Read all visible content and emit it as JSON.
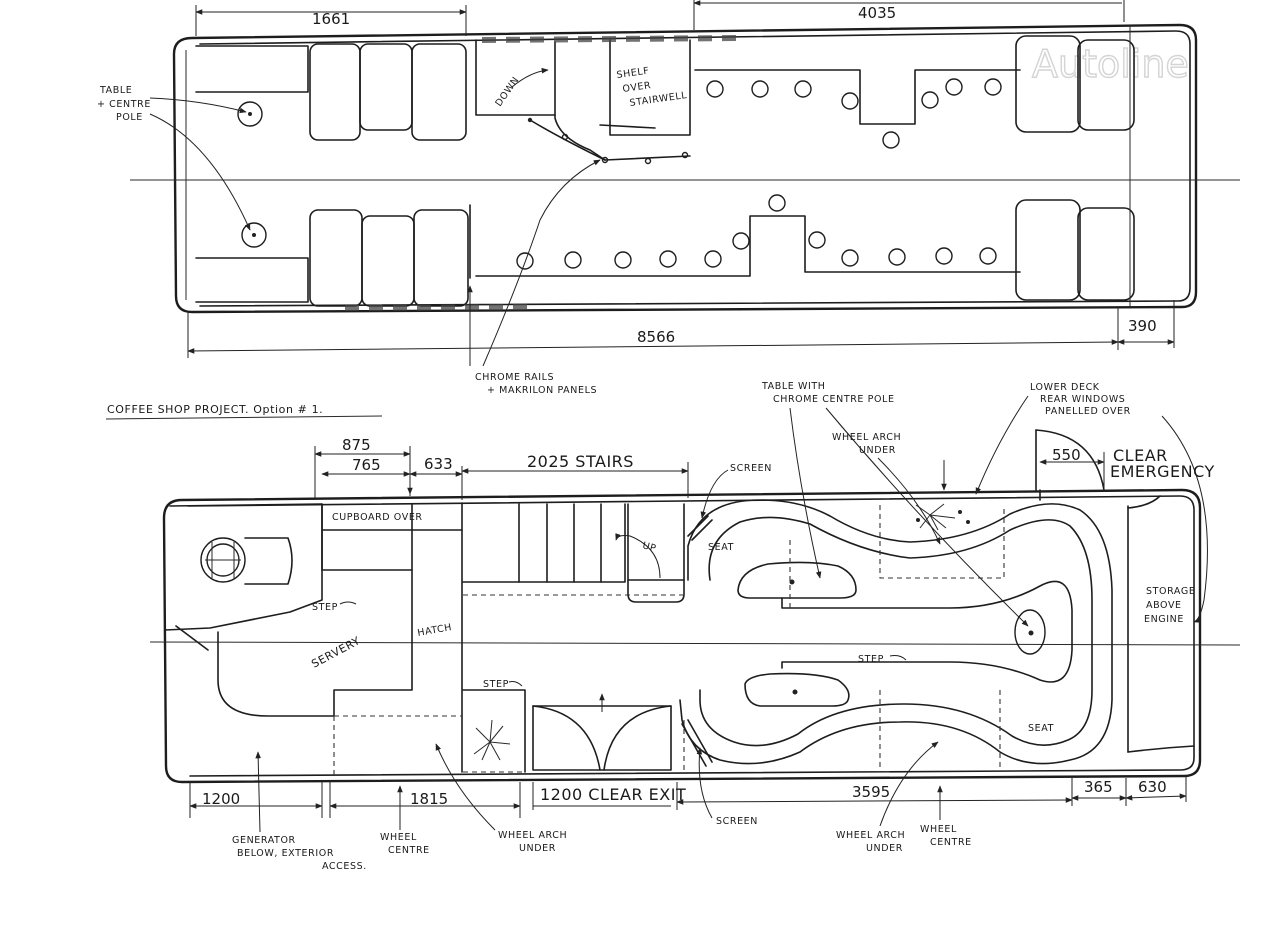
{
  "watermark": "Autoline",
  "upper_deck": {
    "dimensions": {
      "front_section": "1661",
      "rear_section": "4035",
      "overall_length": "8566",
      "rear_overhang": "390"
    },
    "labels": {
      "table_line1": "TABLE",
      "table_line2": "+ CENTRE",
      "table_line3": "POLE",
      "down": "DOWN",
      "shelf_line1": "SHELF",
      "shelf_line2": "OVER",
      "shelf_line3": "STAIRWELL",
      "rails_line1": "CHROME RAILS",
      "rails_line2": "+ MAKRILON PANELS"
    }
  },
  "project_title": "COFFEE SHOP PROJECT. Option # 1.",
  "lower_deck": {
    "dimensions": {
      "d875": "875",
      "d765": "765",
      "d633": "633",
      "stairs": "2025 STAIRS",
      "d550": "550",
      "clear_emergency_1": "CLEAR",
      "clear_emergency_2": "EMERGENCY",
      "d1200": "1200",
      "d1815": "1815",
      "clear_exit": "1200 CLEAR EXIT",
      "d3595": "3595",
      "d365": "365",
      "d630": "630"
    },
    "labels": {
      "cupboard": "CUPBOARD OVER",
      "step_top": "STEP",
      "servery": "SERVERY",
      "hatch": "HATCH",
      "step_mid": "STEP",
      "up": "UP",
      "step_lower": "STEP",
      "seat_upper": "SEAT",
      "seat_lower": "SEAT",
      "screen_top": "SCREEN",
      "screen_bottom": "SCREEN",
      "table_line1": "TABLE WITH",
      "table_line2": "CHROME CENTRE POLE",
      "arch_top_line1": "WHEEL ARCH",
      "arch_top_line2": "UNDER",
      "lower_deck_line1": "LOWER DECK",
      "lower_deck_line2": "REAR WINDOWS",
      "lower_deck_line3": "PANELLED OVER",
      "storage_line1": "STORAGE",
      "storage_line2": "ABOVE",
      "storage_line3": "ENGINE",
      "generator_line1": "GENERATOR",
      "generator_line2": "BELOW, EXTERIOR",
      "generator_line3": "ACCESS.",
      "wheel_centre_left_1": "WHEEL",
      "wheel_centre_left_2": "CENTRE",
      "arch_left_line1": "WHEEL ARCH",
      "arch_left_line2": "UNDER",
      "arch_right_line1": "WHEEL ARCH",
      "arch_right_line2": "UNDER",
      "wheel_centre_right_1": "WHEEL",
      "wheel_centre_right_2": "CENTRE"
    }
  }
}
